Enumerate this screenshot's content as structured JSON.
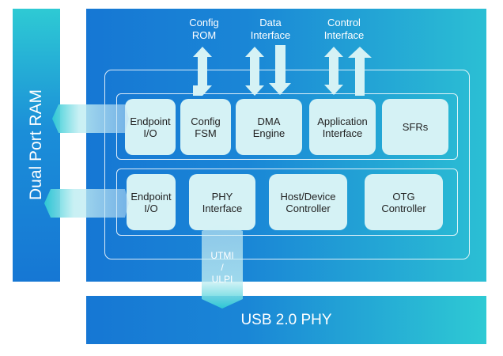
{
  "diagram": {
    "left_block": {
      "label": "Dual Port RAM"
    },
    "bottom_block": {
      "label": "USB 2.0 PHY"
    },
    "top_interfaces": [
      {
        "label": "Config\nROM"
      },
      {
        "label": "Data\nInterface"
      },
      {
        "label": "Control\nInterface"
      }
    ],
    "row1_blocks": [
      {
        "label": "Endpoint\nI/O"
      },
      {
        "label": "Config\nFSM"
      },
      {
        "label": "DMA\nEngine"
      },
      {
        "label": "Application\nInterface"
      },
      {
        "label": "SFRs"
      }
    ],
    "row2_blocks": [
      {
        "label": "Endpoint\nI/O"
      },
      {
        "label": "PHY\nInterface"
      },
      {
        "label": "Host/Device\nController"
      },
      {
        "label": "OTG\nController"
      }
    ],
    "phy_link": {
      "label": "UTMI\n/\nULPI"
    },
    "colors": {
      "primary_blue": "#1677d4",
      "accent_cyan": "#2ecad4",
      "block_fill": "#d5f2f5"
    }
  }
}
